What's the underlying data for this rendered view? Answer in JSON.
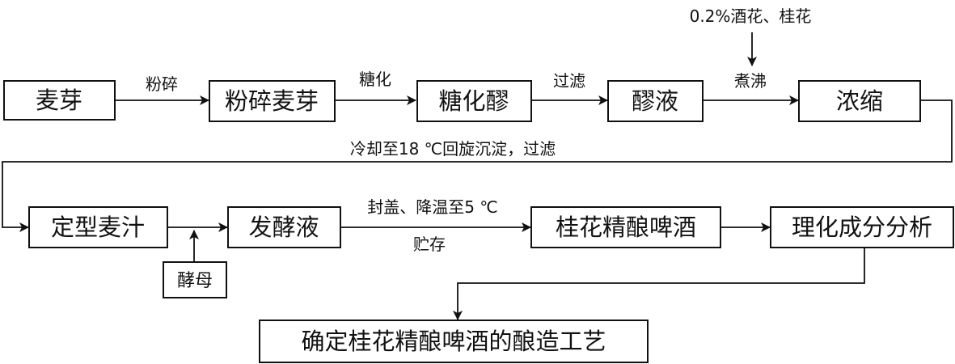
{
  "nodes": {
    "malt": "麦芽",
    "crushed_malt": "粉碎麦芽",
    "saccharified_mash": "糖化醪",
    "mash_liquid": "醪液",
    "concentrate": "浓缩",
    "fixed_wort": "定型麦汁",
    "fermentation_liquid": "发酵液",
    "osmanthus_craft_beer": "桂花精酿啤酒",
    "physicochemical_analysis": "理化成分分析",
    "yeast": "酵母",
    "final_process": "确定桂花精酿啤酒的酿造工艺"
  },
  "edge_labels": {
    "crush": "粉碎",
    "saccharify": "糖化",
    "filter": "过滤",
    "boil": "煮沸",
    "hops_osmanthus": "0.2%酒花、桂花",
    "cool_whirlpool": "冷却至18 ℃回旋沉淀，过滤",
    "seal_cool": "封盖、降温至5 ℃",
    "storage": "贮存"
  }
}
